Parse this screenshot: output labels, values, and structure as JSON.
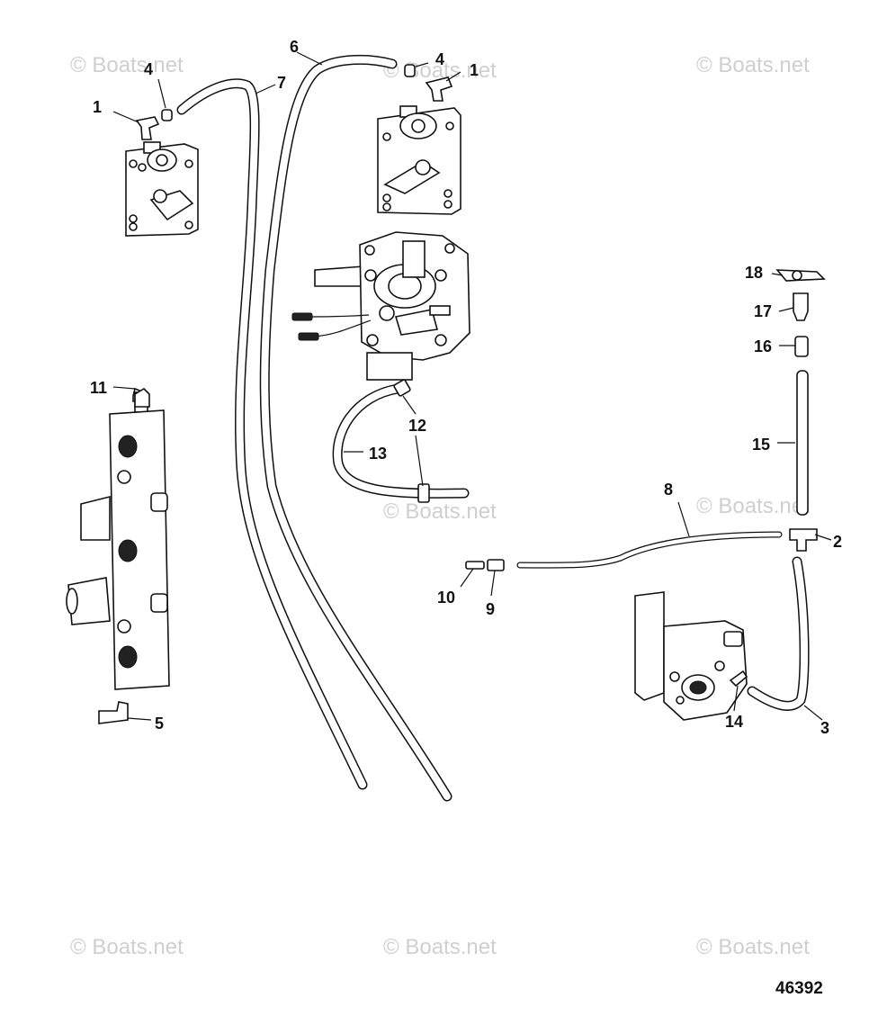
{
  "figure_number": "46392",
  "watermark": "© Boats.net",
  "callouts": [
    {
      "id": "c1a",
      "label": "1"
    },
    {
      "id": "c4a",
      "label": "4"
    },
    {
      "id": "c6",
      "label": "6"
    },
    {
      "id": "c7",
      "label": "7"
    },
    {
      "id": "c4b",
      "label": "4"
    },
    {
      "id": "c1b",
      "label": "1"
    },
    {
      "id": "c18",
      "label": "18"
    },
    {
      "id": "c17",
      "label": "17"
    },
    {
      "id": "c16",
      "label": "16"
    },
    {
      "id": "c11",
      "label": "11"
    },
    {
      "id": "c12",
      "label": "12"
    },
    {
      "id": "c13",
      "label": "13"
    },
    {
      "id": "c15",
      "label": "15"
    },
    {
      "id": "c8",
      "label": "8"
    },
    {
      "id": "c2",
      "label": "2"
    },
    {
      "id": "c10",
      "label": "10"
    },
    {
      "id": "c9",
      "label": "9"
    },
    {
      "id": "c5",
      "label": "5"
    },
    {
      "id": "c14",
      "label": "14"
    },
    {
      "id": "c3",
      "label": "3"
    }
  ]
}
